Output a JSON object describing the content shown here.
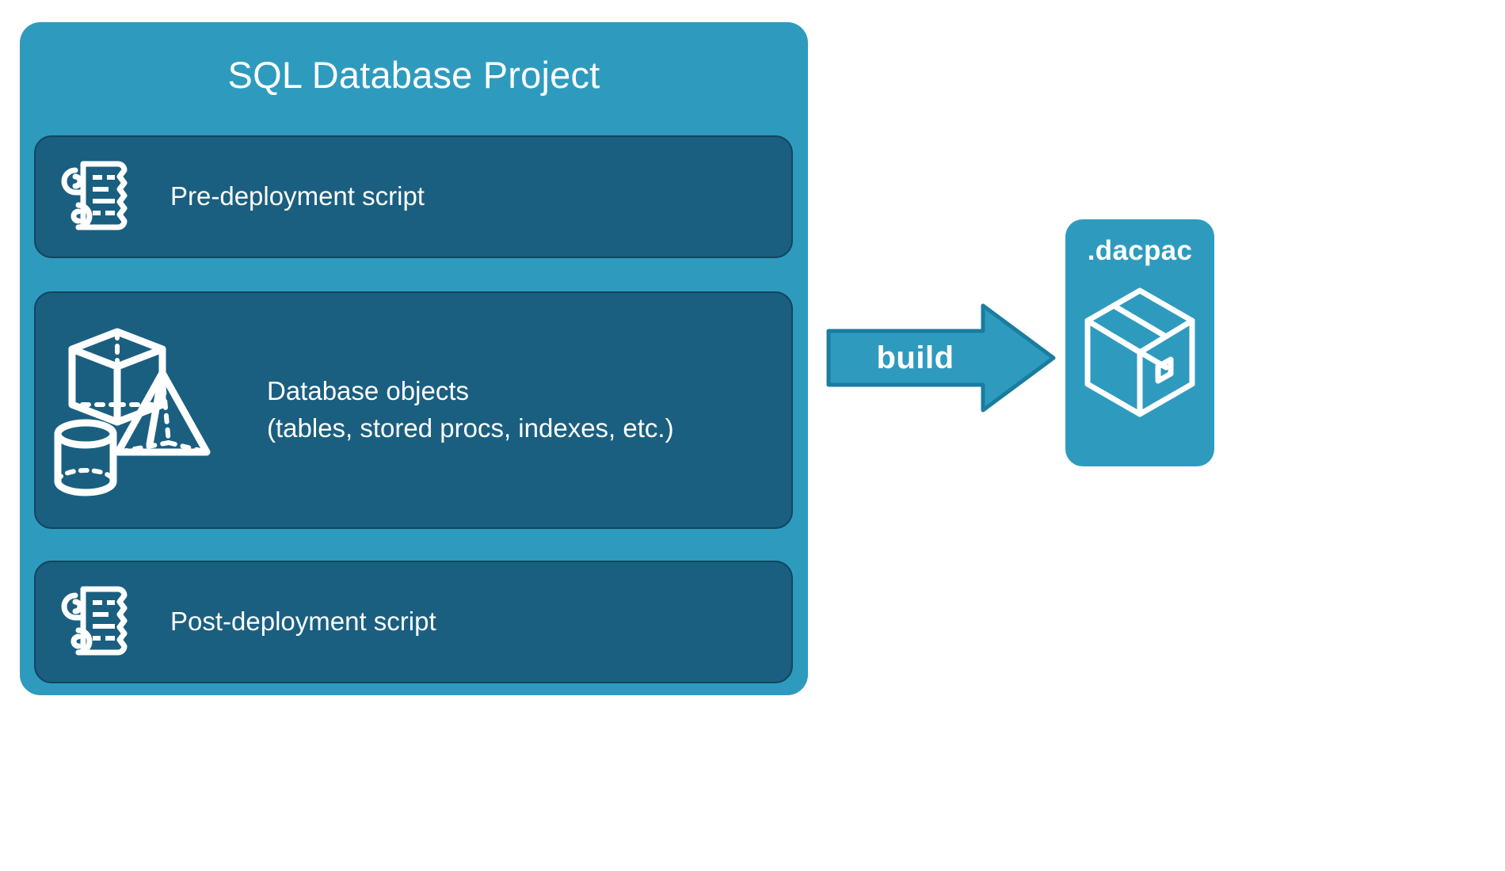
{
  "diagram": {
    "title": "SQL Database Project",
    "background": "#FFFFFF"
  },
  "colors": {
    "container_teal": "#2E9BBE",
    "panel_blue": "#1A5F80",
    "panel_border": "#12455E",
    "arrow_fill": "#2E9BBE",
    "arrow_stroke": "#1A7C9E",
    "icon_white": "#FFFFFF",
    "text_white": "#FFFFFF"
  },
  "project": {
    "title": "SQL Database Project",
    "panels": [
      {
        "id": "pre-deployment",
        "icon": "scroll-icon",
        "label": "Pre-deployment script",
        "sublabel": ""
      },
      {
        "id": "database-objects",
        "icon": "shapes-icon",
        "label": "Database objects",
        "sublabel": "(tables, stored procs, indexes, etc.)"
      },
      {
        "id": "post-deployment",
        "icon": "scroll-icon",
        "label": "Post-deployment script",
        "sublabel": ""
      }
    ]
  },
  "flow": {
    "arrow_label": "build",
    "arrow_direction": "right"
  },
  "output": {
    "title": ".dacpac",
    "icon": "package-box-icon"
  }
}
